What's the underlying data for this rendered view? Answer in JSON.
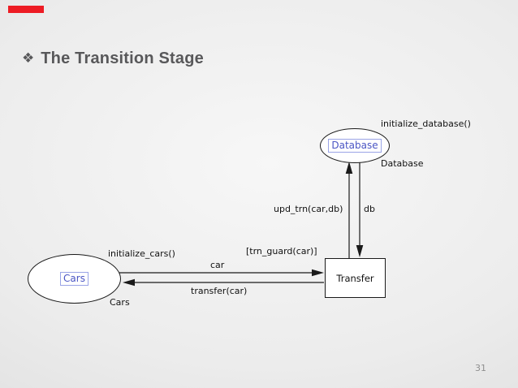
{
  "slide": {
    "title_bullet": "❖",
    "title": "The Transition Stage",
    "page_number": "31",
    "accent_color": "#ed1c24",
    "title_color": "#58585a"
  },
  "diagram": {
    "places": {
      "cars": {
        "name": "Cars",
        "type_label": "Cars",
        "init_label": "initialize_cars()"
      },
      "database": {
        "name": "Database",
        "type_label": "Database",
        "init_label": "initialize_database()"
      }
    },
    "transition": {
      "name": "Transfer",
      "guard_label": "[trn_guard(car)]"
    },
    "arcs": [
      {
        "from": "Cars",
        "to": "Transfer",
        "label": "car"
      },
      {
        "from": "Transfer",
        "to": "Cars",
        "label": "transfer(car)"
      },
      {
        "from": "Transfer",
        "to": "Database",
        "label": "upd_trn(car,db)"
      },
      {
        "from": "Database",
        "to": "Transfer",
        "label": "db"
      }
    ],
    "colors": {
      "node_name_text": "#4a55c4",
      "node_name_border": "#9aa4e6",
      "stroke": "#1a1a1a"
    }
  }
}
